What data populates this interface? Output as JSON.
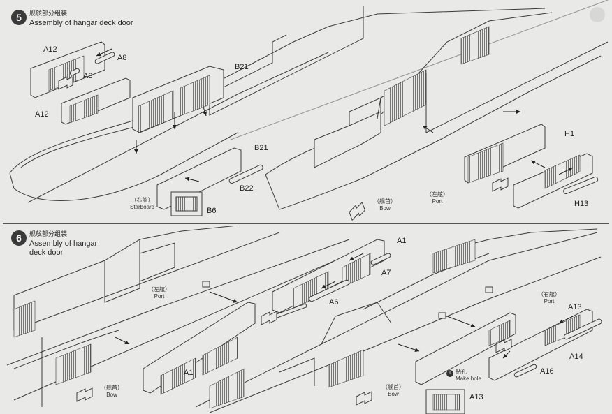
{
  "step5": {
    "number": "5",
    "title_cn": "舰舷部分组装",
    "title_en": "Assembly of hangar deck door",
    "labels": [
      "A12",
      "A8",
      "A3",
      "A12",
      "B21",
      "B21",
      "B22",
      "B6",
      "H1",
      "H13"
    ],
    "starboard_cn": "（右舷）",
    "starboard_en": "Starboard",
    "port_cn": "（左舷）",
    "port_en": "Port",
    "bow_cn": "（舰首）",
    "bow_en": "Bow"
  },
  "step6": {
    "number": "6",
    "title_cn": "舰舷部分组装",
    "title_en_1": "Assembly of hangar",
    "title_en_2": "deck door",
    "labels": [
      "A1",
      "A7",
      "A6",
      "A1",
      "A13",
      "A14",
      "A16",
      "A13"
    ],
    "port_cn": "（左舷）",
    "port_en": "Port",
    "port2_cn": "（右舷）",
    "port2_en": "Port",
    "bow_cn": "（舰首）",
    "bow_en": "Bow",
    "bow2_cn": "（舰首）",
    "bow2_en": "Bow",
    "hole_cn": "钻孔",
    "hole_en": "Make hole",
    "hole_num": "1"
  },
  "colors": {
    "line": "#3a3a3a",
    "paper": "#e9e9e7",
    "hatch": "#555555"
  }
}
